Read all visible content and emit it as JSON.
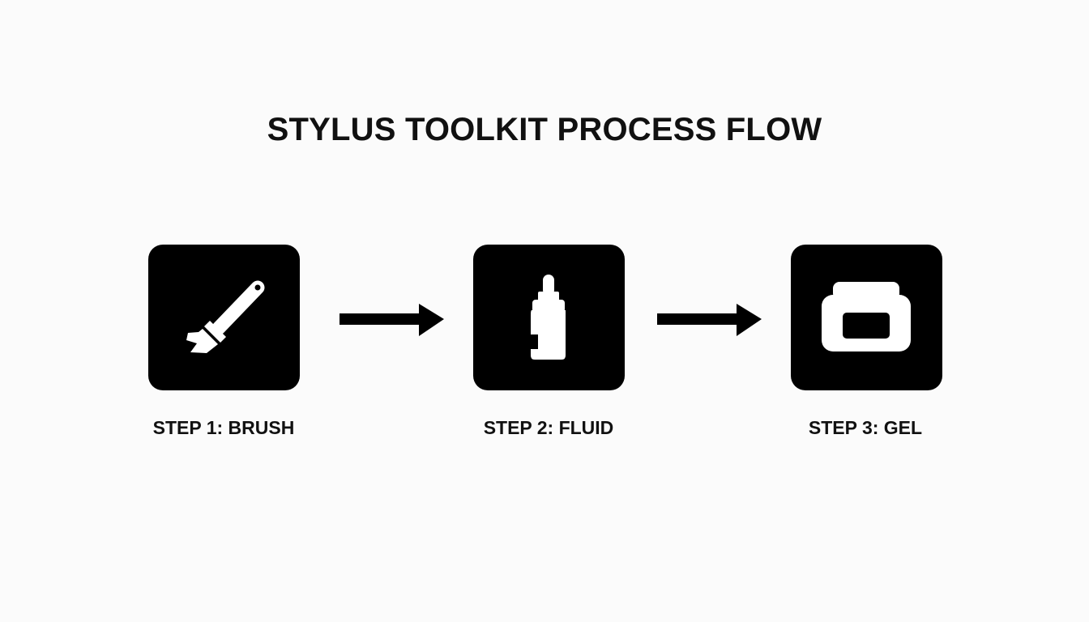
{
  "title": "STYLUS TOOLKIT PROCESS FLOW",
  "steps": [
    {
      "label": "STEP 1: BRUSH",
      "icon": "brush-icon"
    },
    {
      "label": "STEP 2: FLUID",
      "icon": "fluid-bottle-icon"
    },
    {
      "label": "STEP 3: GEL",
      "icon": "gel-jar-icon"
    }
  ],
  "connectors": [
    "arrow-right-icon",
    "arrow-right-icon"
  ],
  "colors": {
    "background": "#fbfbfb",
    "tile": "#000000",
    "icon": "#ffffff",
    "text": "#111111"
  }
}
